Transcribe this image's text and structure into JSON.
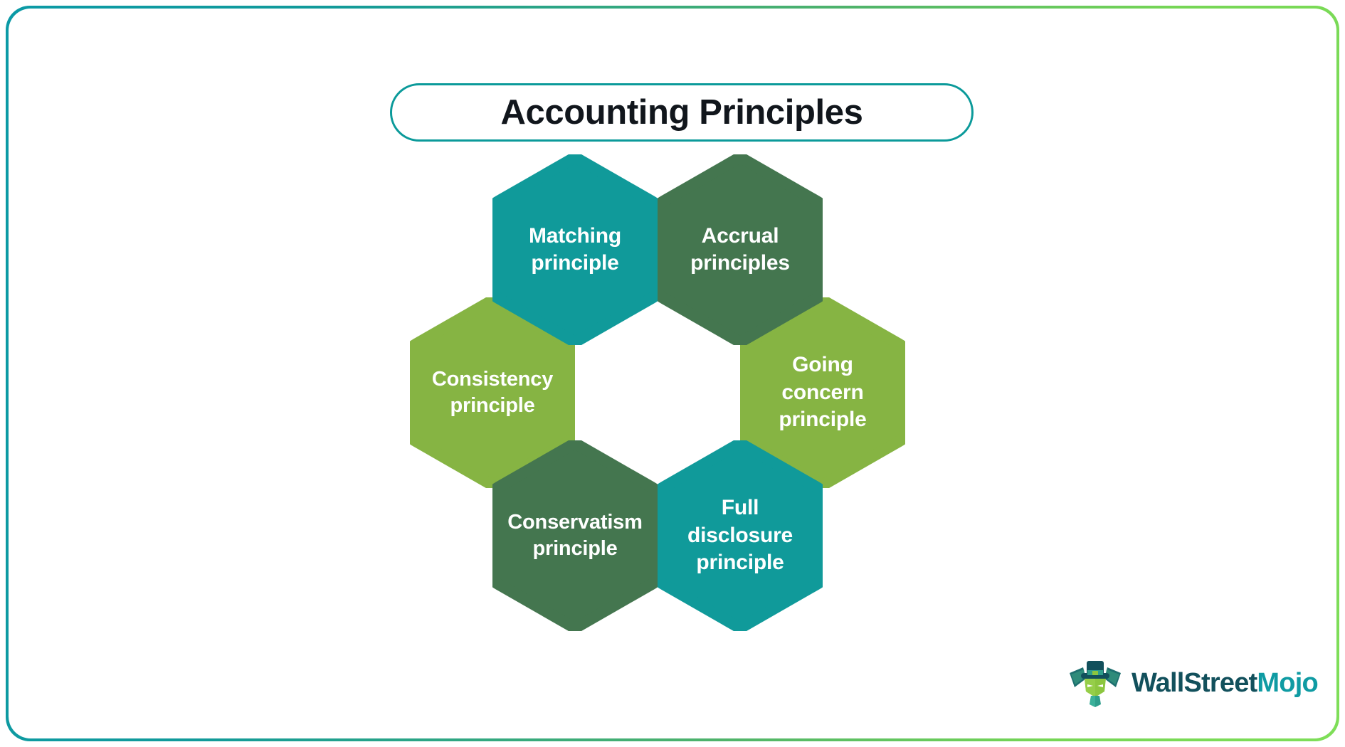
{
  "frame": {
    "border_gradient_from": "#0b9aa6",
    "border_gradient_to": "#7ede58",
    "background": "#ffffff"
  },
  "header": {
    "title": "Accounting Principles",
    "pill_border_color": "#0b9a9a",
    "title_color": "#11161c"
  },
  "diagram": {
    "type": "hexagon-cluster",
    "shape": "hexagon",
    "count": 6,
    "colors": {
      "teal": "#109a9a",
      "dark_green": "#44764f",
      "light_green": "#86b443",
      "label_color": "#ffffff"
    },
    "nodes": [
      {
        "id": "matching",
        "label": "Matching\nprinciple",
        "color": "#109a9a",
        "position": "top-left"
      },
      {
        "id": "accrual",
        "label": "Accrual\nprinciples",
        "color": "#44764f",
        "position": "top-right"
      },
      {
        "id": "going-concern",
        "label": "Going\nconcern\nprinciple",
        "color": "#86b443",
        "position": "right"
      },
      {
        "id": "full-disclosure",
        "label": "Full\ndisclosure\nprinciple",
        "color": "#109a9a",
        "position": "bottom-right"
      },
      {
        "id": "conservatism",
        "label": "Conservatism\nprinciple",
        "color": "#44764f",
        "position": "bottom-left"
      },
      {
        "id": "consistency",
        "label": "Consistency\nprinciple",
        "color": "#86b443",
        "position": "left"
      }
    ]
  },
  "logo": {
    "primary_text": "WallStreet",
    "accent_text": "Mojo",
    "primary_color": "#12505c",
    "accent_color": "#0f9ba3",
    "mark": "wallstreetmojo-mascot-icon"
  }
}
